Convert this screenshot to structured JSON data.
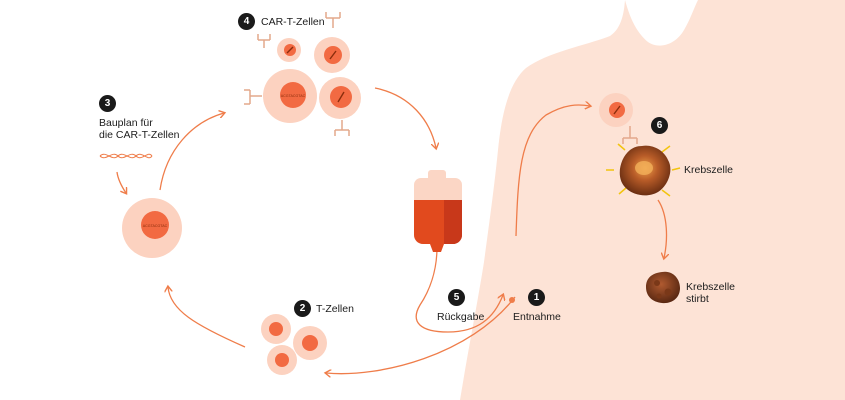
{
  "steps": [
    {
      "number": "1",
      "label": "Entnahme"
    },
    {
      "number": "2",
      "label": "T-Zellen"
    },
    {
      "number": "3",
      "label_line1": "Bauplan für",
      "label_line2": "die CAR-T-Zellen"
    },
    {
      "number": "4",
      "label": "CAR-T-Zellen"
    },
    {
      "number": "5",
      "label": "Rückgabe"
    },
    {
      "number": "6",
      "cancer_label": "Krebszelle",
      "dying_label_line1": "Krebszelle",
      "dying_label_line2": "stirbt"
    }
  ],
  "colors": {
    "body": "#fde3d6",
    "arrow": "#ef7d4a",
    "cell_outer": "#fcd2c0",
    "cell_nucleus": "#f26a42",
    "receptor": "#e3a88b",
    "blood": "#e14a1e",
    "blood_dark": "#c8381a",
    "bag": "#fbd6c5",
    "cancer": "#9a4a24",
    "cancer_dark": "#5d2a12",
    "spike": "#f2c40f",
    "badge": "#1a1a1a"
  }
}
